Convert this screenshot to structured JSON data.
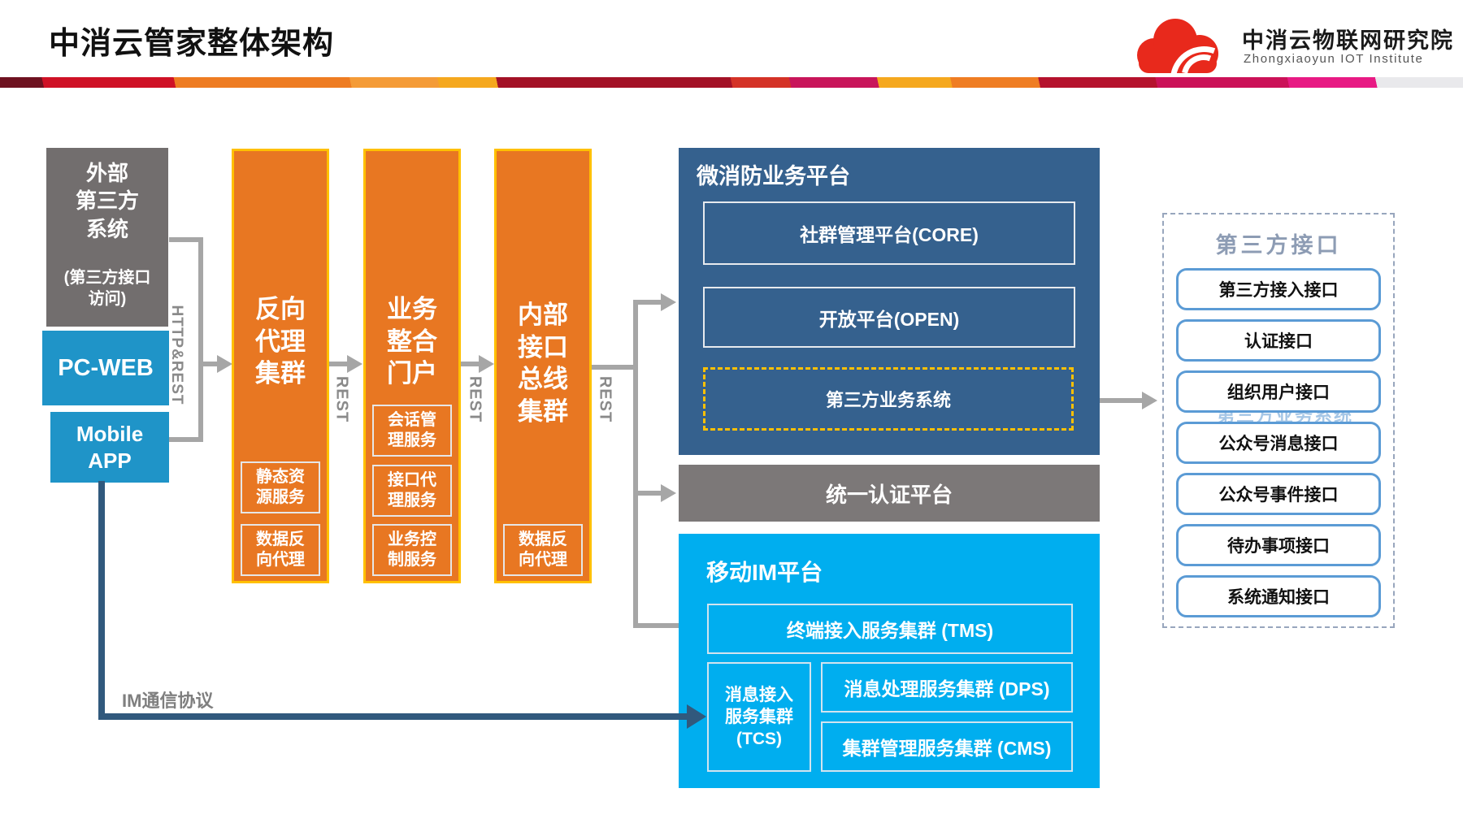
{
  "header": {
    "title": "中消云管家整体架构",
    "logo": {
      "name_cn": "中消云物联网研究院",
      "name_en": "Zhongxiaoyun IOT Institute"
    }
  },
  "colors": {
    "orange": "#e87722",
    "orange_border": "#ffc000",
    "dark_blue": "#35618e",
    "light_blue": "#00aeef",
    "client_blue": "#1f94c8",
    "gray_box": "#726e6e",
    "auth_gray": "#7c7878",
    "connector_gray": "#a6a6a6",
    "im_arrow_navy": "#31597d",
    "panel_item_border": "#5b9bd5",
    "logo_red": "#e8291c"
  },
  "clients": {
    "external_system": "外部\n第三方\n系统",
    "external_note": "(第三方接口\n访问)",
    "pc_web": "PC-WEB",
    "mobile_app": "Mobile\nAPP"
  },
  "labels": {
    "http_rest": "HTTP&REST",
    "rest": "REST",
    "im_protocol": "IM通信协议"
  },
  "pipeline": [
    {
      "title": "反向\n代理\n集群",
      "sub_boxes": [
        "静态资\n源服务",
        "数据反\n向代理"
      ]
    },
    {
      "title": "业务\n整合\n门户",
      "sub_boxes": [
        "会话管\n理服务",
        "接口代\n理服务",
        "业务控\n制服务"
      ]
    },
    {
      "title": "内部\n接口\n总线\n集群",
      "sub_boxes": [
        "数据反\n向代理"
      ]
    }
  ],
  "fire_platform": {
    "title": "微消防业务平台",
    "core": "社群管理平台(CORE)",
    "open": "开放平台(OPEN)",
    "third_party": "第三方业务系统"
  },
  "auth_platform": {
    "title": "统一认证平台"
  },
  "im_platform": {
    "title": "移动IM平台",
    "tms": "终端接入服务集群 (TMS)",
    "tcs": "消息接入\n服务集群\n(TCS)",
    "dps": "消息处理服务集群 (DPS)",
    "cms": "集群管理服务集群 (CMS)"
  },
  "third_party_panel": {
    "title": "第三方接口",
    "items": [
      "第三方接入接口",
      "认证接口",
      "组织用户接口",
      "公众号消息接口",
      "公众号事件接口",
      "待办事项接口",
      "系统通知接口"
    ],
    "ghost_text": "第三方业务系统"
  }
}
